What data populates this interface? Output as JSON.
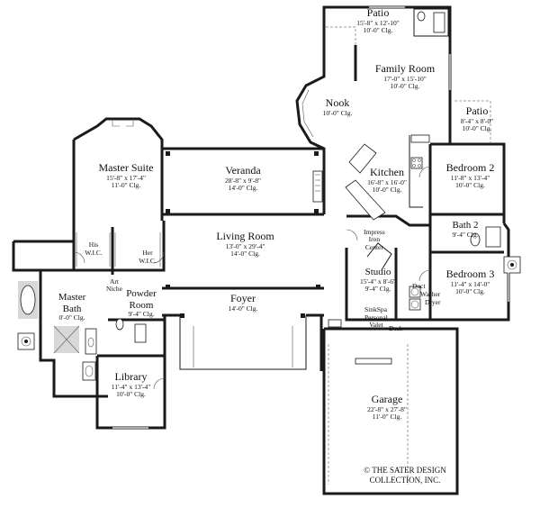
{
  "rooms": {
    "patio_top": {
      "name": "Patio",
      "dims": "15'-8\" x 12'-10\"",
      "ceiling": "10'-0\" Clg."
    },
    "family_room": {
      "name": "Family Room",
      "dims": "17'-0\" x 15'-10\"",
      "ceiling": "10'-0\" Clg."
    },
    "nook": {
      "name": "Nook",
      "ceiling": "10'-0\" Clg."
    },
    "patio_right": {
      "name": "Patio",
      "dims": "8'-4\" x 8'-0\"",
      "ceiling": "10'-0\" Clg."
    },
    "master_suite": {
      "name": "Master Suite",
      "dims": "15'-8\" x 17'-4\"",
      "ceiling": "11'-0\" Clg."
    },
    "veranda": {
      "name": "Veranda",
      "dims": "28'-8\" x 9'-8\"",
      "ceiling": "14'-0\" Clg."
    },
    "kitchen": {
      "name": "Kitchen",
      "dims": "16'-8\" x 16'-0\"",
      "ceiling": "10'-0\" Clg."
    },
    "bedroom_2": {
      "name": "Bedroom 2",
      "dims": "11'-8\" x 13'-4\"",
      "ceiling": "10'-0\" Clg."
    },
    "bath_2": {
      "name": "Bath 2",
      "ceiling": "9'-4\" Clg."
    },
    "his_wic": {
      "name_line1": "His",
      "name_line2": "W.I.C."
    },
    "her_wic": {
      "name_line1": "Her",
      "name_line2": "W.I.C."
    },
    "living_room": {
      "name": "Living Room",
      "dims": "13'-0\" x 29'-4\"",
      "ceiling": "14'-0\" Clg."
    },
    "studio": {
      "name": "Studio",
      "dims": "15'-4\" x 8'-6\"",
      "ceiling": "9'-4\" Clg."
    },
    "bedroom_3": {
      "name": "Bedroom 3",
      "dims": "11'-4\" x 14'-0\"",
      "ceiling": "10'-0\" Clg."
    },
    "master_bath": {
      "name_line1": "Master",
      "name_line2": "Bath",
      "ceiling": "0'-0\" Clg."
    },
    "powder_room": {
      "name_line1": "Powder",
      "name_line2": "Room",
      "ceiling": "9'-4\" Clg."
    },
    "foyer": {
      "name": "Foyer",
      "ceiling": "14'-0\" Clg."
    },
    "library": {
      "name": "Library",
      "dims": "11'-4\" x 13'-4\"",
      "ceiling": "10'-0\" Clg."
    },
    "garage": {
      "name": "Garage",
      "dims": "22'-8\" x 27'-8\"",
      "ceiling": "11'-0\" Clg."
    }
  },
  "notes": {
    "impress_iron_center": {
      "line1": "Impress",
      "line2": "Iron",
      "line3": "Center"
    },
    "art_niche": {
      "line1": "Art",
      "line2": "Niche"
    },
    "duct": "Duct",
    "washer": "Washer",
    "dryer": "Dryer",
    "sink_spa": "SinkSpa",
    "personal_valet": {
      "line1": "Personal",
      "line2": "Valet"
    },
    "desk": "Desk"
  },
  "copyright": {
    "line1": "© THE SATER DESIGN",
    "line2": "COLLECTION, INC."
  }
}
